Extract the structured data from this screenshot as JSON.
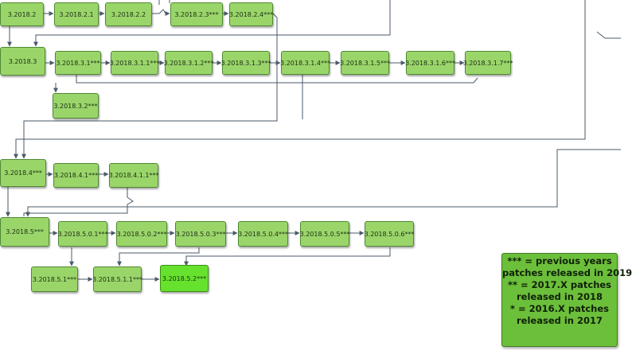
{
  "nodes": [
    {
      "id": "n_2018_2",
      "label": "3.2018.2"
    },
    {
      "id": "n_2018_2_1",
      "label": "3.2018.2.1"
    },
    {
      "id": "n_2018_2_2",
      "label": "3.2018.2.2"
    },
    {
      "id": "n_2018_2_3",
      "label": "3.2018.2.3***"
    },
    {
      "id": "n_2018_2_4",
      "label": "3.2018.2.4***"
    },
    {
      "id": "n_2018_3",
      "label": "3.2018.3"
    },
    {
      "id": "n_2018_3_1",
      "label": "3.2018.3.1***"
    },
    {
      "id": "n_2018_3_1_1",
      "label": "3.2018.3.1.1***"
    },
    {
      "id": "n_2018_3_1_2",
      "label": "3.2018.3.1.2***"
    },
    {
      "id": "n_2018_3_1_3",
      "label": "3.2018.3.1.3***"
    },
    {
      "id": "n_2018_3_1_4",
      "label": "3.2018.3.1.4***"
    },
    {
      "id": "n_2018_3_1_5",
      "label": "3.2018.3.1.5***"
    },
    {
      "id": "n_2018_3_1_6",
      "label": "3.2018.3.1.6***"
    },
    {
      "id": "n_2018_3_1_7",
      "label": "3.2018.3.1.7***"
    },
    {
      "id": "n_2018_3_2",
      "label": "3.2018.3.2***"
    },
    {
      "id": "n_2018_4",
      "label": "3.2018.4***"
    },
    {
      "id": "n_2018_4_1",
      "label": "3.2018.4.1***"
    },
    {
      "id": "n_2018_4_1_1",
      "label": "3.2018.4.1.1***"
    },
    {
      "id": "n_2018_5",
      "label": "3.2018.5***"
    },
    {
      "id": "n_2018_5_0_1",
      "label": "3.2018.5.0.1***"
    },
    {
      "id": "n_2018_5_0_2",
      "label": "3.2018.5.0.2***"
    },
    {
      "id": "n_2018_5_0_3",
      "label": "3.2018.5.0.3***"
    },
    {
      "id": "n_2018_5_0_4",
      "label": "3.2018.5.0.4***"
    },
    {
      "id": "n_2018_5_0_5",
      "label": "3.2018.5.0.5***"
    },
    {
      "id": "n_2018_5_0_6",
      "label": "3.2018.5.0.6***"
    },
    {
      "id": "n_2018_5_1",
      "label": "3.2018.5.1***"
    },
    {
      "id": "n_2018_5_1_1",
      "label": "3.2018.5.1.1***"
    },
    {
      "id": "n_2018_5_2",
      "label": "3.2018.5.2***"
    }
  ],
  "legend": {
    "lines": [
      "*** = previous years",
      "patches released in 2019",
      "** = 2017.X patches",
      "released in 2018",
      "* = 2016.X patches",
      "released in 2017"
    ]
  },
  "colors": {
    "node_fill": "#9ad56a",
    "node_border": "#4f8a33",
    "latest_fill": "#66e22e",
    "legend_fill": "#6cbf3a",
    "edge": "#4a5a6a"
  }
}
